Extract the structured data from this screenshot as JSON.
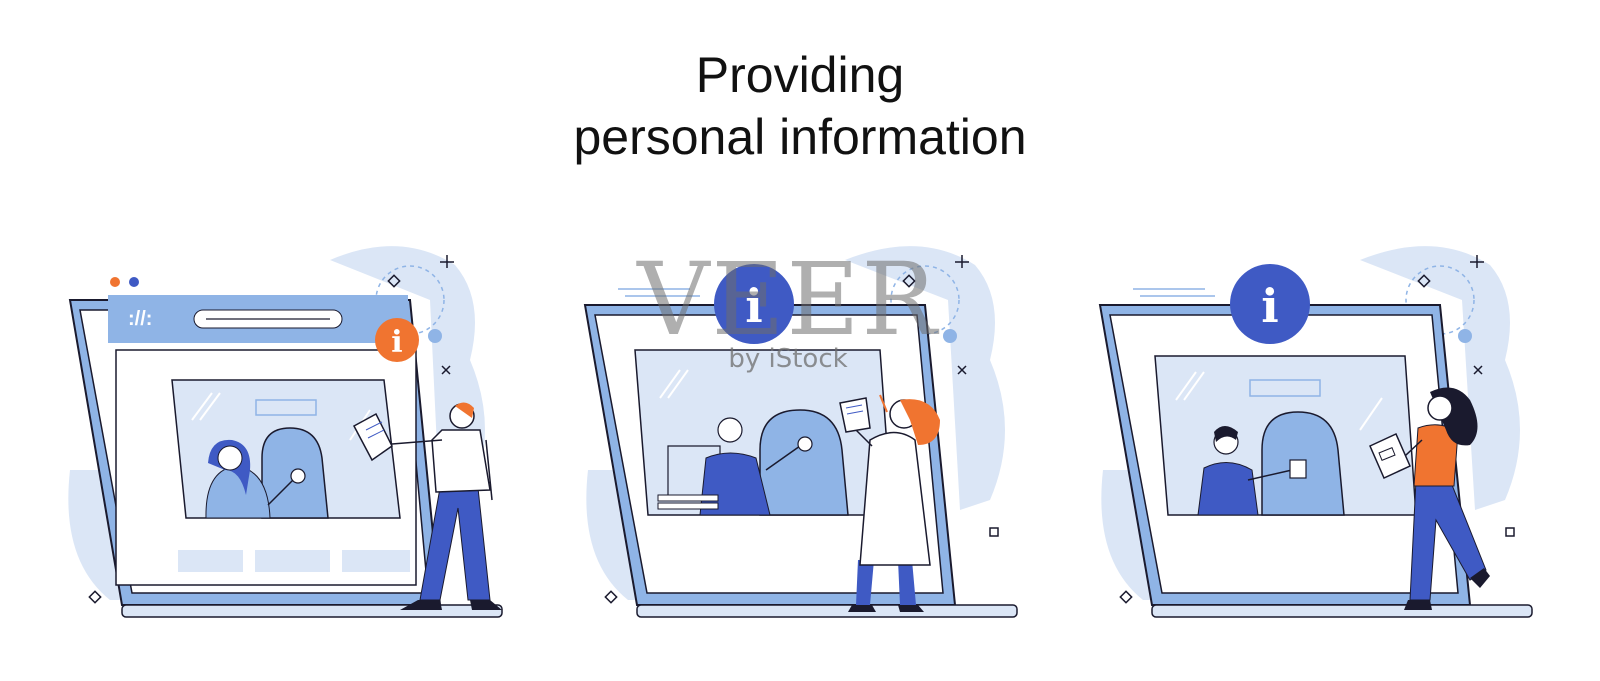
{
  "heading": {
    "line1": "Providing",
    "line2": "personal information"
  },
  "browser_bar_glyph": "://:",
  "info_glyph": "i",
  "watermark": {
    "text": "VEER",
    "subtext": "by iStock"
  },
  "colors": {
    "primary_blue": "#3f5ac4",
    "light_blue": "#dbe6f6",
    "mid_blue": "#8fb4e6",
    "accent_orange": "#f07430",
    "outline": "#1a1a2e"
  },
  "icons": [
    "info-icon",
    "sparkle-icon",
    "diamond-icon",
    "close-x-icon",
    "square-icon"
  ]
}
